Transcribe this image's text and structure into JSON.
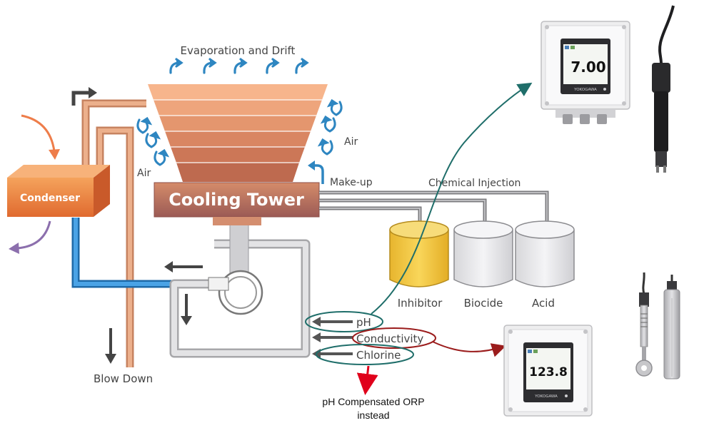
{
  "labels": {
    "evaporation": "Evaporation and Drift",
    "air_right": "Air",
    "air_left": "Air",
    "makeup": "Make-up",
    "chemical_injection": "Chemical Injection",
    "condenser": "Condenser",
    "cooling_tower": "Cooling Tower",
    "blow_down": "Blow Down",
    "inhibitor": "Inhibitor",
    "biocide": "Biocide",
    "acid": "Acid",
    "sensor_ph": "pH",
    "sensor_conductivity": "Conductivity",
    "sensor_chlorine": "Chlorine",
    "note_line1": "pH Compensated ORP",
    "note_line2": "instead"
  },
  "analyzers": {
    "top": {
      "reading": "7.00",
      "brand": "YOKOGAWA"
    },
    "bottom": {
      "reading": "123.8",
      "brand": "YOKOGAWA"
    }
  },
  "colors": {
    "tower_orange": "#e07a44",
    "pipe_blue": "#2b83cc",
    "pipe_copper": "#d9946a",
    "arrow_blue": "#2e86c1",
    "highlight_teal": "#1f6e6a",
    "highlight_red": "#9b1c1c",
    "note_arrow": "#e0001b",
    "tank_yellow": "#f0c43c",
    "tank_gray": "#e8e8ea"
  }
}
